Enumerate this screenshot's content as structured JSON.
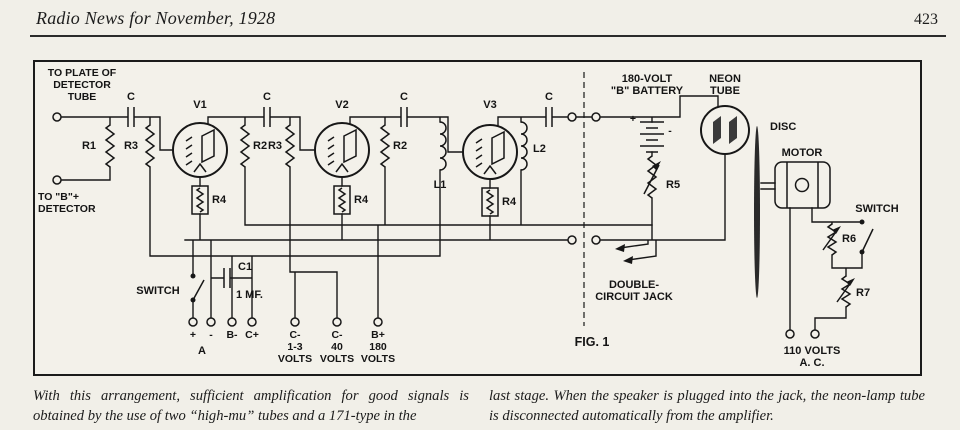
{
  "header": {
    "title": "Radio News for November, 1928",
    "page_number": "423"
  },
  "schematic": {
    "fig_label": "FIG. 1",
    "input_terminal": {
      "line1": "TO PLATE OF",
      "line2": "DETECTOR",
      "line3": "TUBE"
    },
    "detector_tap": {
      "line1": "TO \"B\"+",
      "line2": "DETECTOR"
    },
    "components": {
      "coupling_cap": "C",
      "bypass_cap": "C1",
      "bypass_cap_value": "1 MF.",
      "r1": "R1",
      "r2": "R2",
      "r3": "R3",
      "r4": "R4",
      "r5": "R5",
      "r6": "R6",
      "r7": "R7",
      "v1": "V1",
      "v2": "V2",
      "v3": "V3",
      "l1": "L1",
      "l2": "L2",
      "switch": "SWITCH",
      "plus": "+",
      "minus": "-"
    },
    "battery": {
      "line1": "180-VOLT",
      "line2": "\"B\" BATTERY"
    },
    "neon": {
      "line1": "NEON",
      "line2": "TUBE"
    },
    "jack": {
      "line1": "DOUBLE-",
      "line2": "CIRCUIT JACK"
    },
    "disc_label": "DISC",
    "motor_label": "MOTOR",
    "mains": {
      "line1": "110 VOLTS",
      "line2": "A. C."
    },
    "terminals": {
      "a": "A",
      "b_minus": "B-",
      "c_plus": "C+",
      "c13": {
        "line1": "C-",
        "line2": "1-3",
        "line3": "VOLTS"
      },
      "c40": {
        "line1": "C-",
        "line2": "40",
        "line3": "VOLTS"
      },
      "b180": {
        "line1": "B+",
        "line2": "180",
        "line3": "VOLTS"
      }
    }
  },
  "caption": {
    "left": "With this arrangement, sufficient amplification for good signals is obtained by the use of two “high-mu” tubes and a 171-type in the",
    "right": "last stage.  When the speaker is plugged into the jack, the neon-lamp tube is disconnected automatically from the amplifier."
  }
}
